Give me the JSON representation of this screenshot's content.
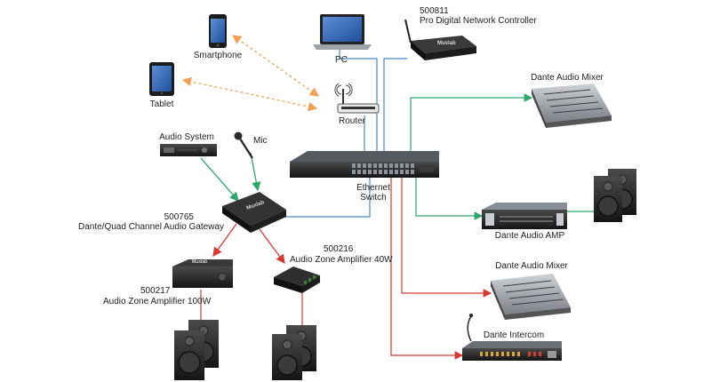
{
  "labels": {
    "pc": "PC",
    "controller_code": "500811",
    "controller_name": "Pro Digital Network Controller",
    "smartphone": "Smartphone",
    "tablet": "Tablet",
    "router": "Router",
    "dante_mixer_top": "Dante Audio Mixer",
    "audio_system": "Audio System",
    "mic": "Mic",
    "switch_line1": "Ethernet",
    "switch_line2": "Switch",
    "gateway_code": "500765",
    "gateway_name": "Dante/Quad Channel Audio Gateway",
    "amp40_code": "500216",
    "amp40_name": "Audio Zone Amplifier 40W",
    "amp100_code": "500217",
    "amp100_name": "Audio Zone Amplifier 100W",
    "dante_amp": "Dante Audio AMP",
    "dante_mixer_bottom": "Dante Audio Mixer",
    "dante_intercom": "Dante Intercom",
    "brand": "Muxlab"
  },
  "colors": {
    "ethernet_line": "#4a86c8",
    "green_line": "#2ca66a",
    "red_line": "#d63a2f",
    "wireless_line": "#f0a050",
    "device_dark": "#2a2a2a"
  }
}
